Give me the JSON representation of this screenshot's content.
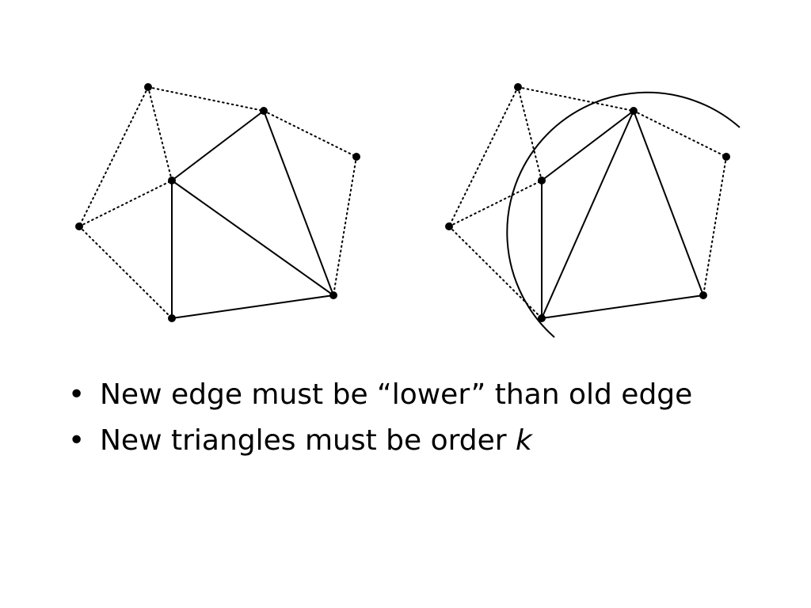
{
  "bullets": [
    {
      "marker": "•",
      "text": "New edge must be “lower” than old edge",
      "emph": ""
    },
    {
      "marker": "•",
      "text": "New triangles must be order ",
      "emph": "k"
    }
  ]
}
